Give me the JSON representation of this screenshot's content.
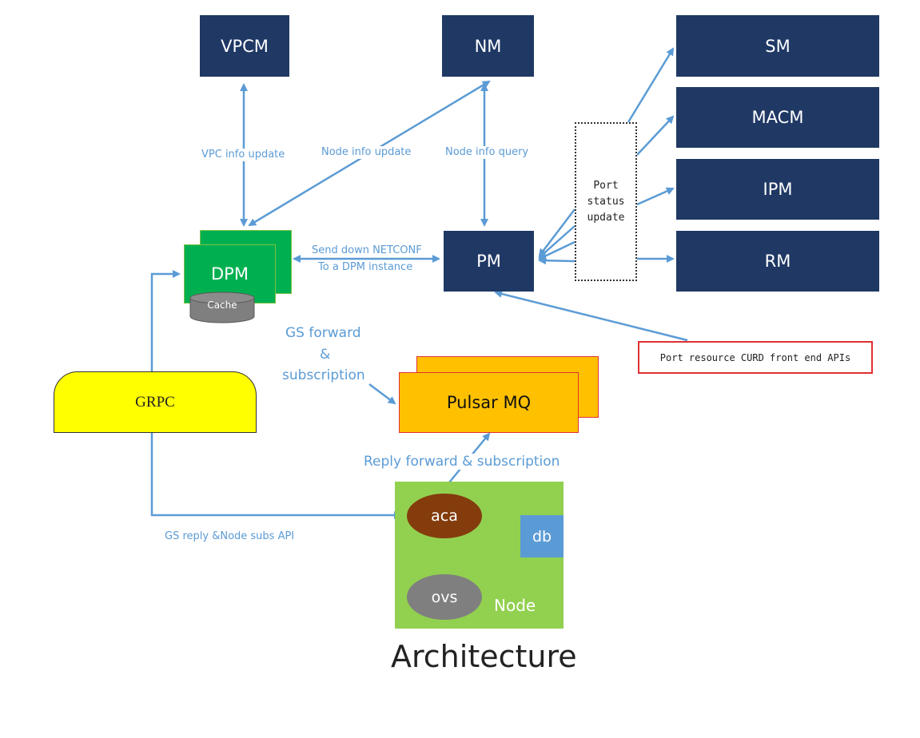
{
  "boxes": {
    "vpcm": "VPCM",
    "nm": "NM",
    "sm": "SM",
    "macm": "MACM",
    "ipm": "IPM",
    "rm": "RM",
    "pm": "PM",
    "dpm": "DPM",
    "cache": "Cache",
    "pulsar": "Pulsar MQ",
    "grpc": "GRPC",
    "aca": "aca",
    "ovs": "ovs",
    "db": "db",
    "node": "Node"
  },
  "port_status": [
    "Port",
    "status",
    "update"
  ],
  "edge_labels": {
    "vpc_info": "VPC info update",
    "node_info_update": "Node info update",
    "node_info_query": "Node info query",
    "netconf_1": "Send down NETCONF",
    "netconf_2": "To a DPM instance",
    "gs_forward_1": "GS forward",
    "gs_forward_2": "&",
    "gs_forward_3": "subscription",
    "reply_forward": "Reply forward & subscription",
    "gs_reply": "GS reply &Node subs API",
    "port_api": "Port resource CURD front end APIs"
  },
  "caption": "Architecture",
  "colors": {
    "navy": "#1f3864",
    "arrow": "#5b9bd5",
    "dpm": "#00b050",
    "pulsar": "#ffc000",
    "grpc": "#ffff00",
    "node_bg": "#92d050",
    "aca": "#843c0c",
    "ovs": "#7f7f7f",
    "db": "#5b9bd5"
  }
}
